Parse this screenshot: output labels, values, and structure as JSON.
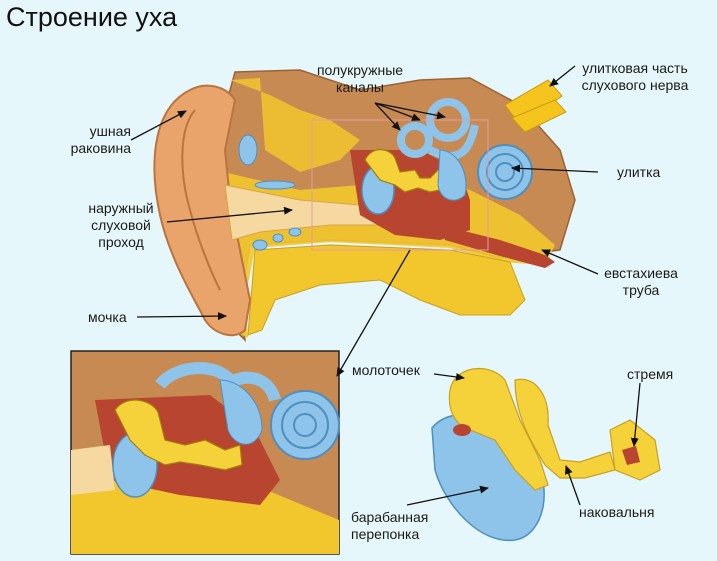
{
  "title": "Строение уха",
  "labels": {
    "auricle": "ушная\nраковина",
    "canals": "полукружные\nканалы",
    "nerve": "улитковая часть\nслухового нерва",
    "cochlea": "улитка",
    "meatus": "наружный\nслуховой\nпроход",
    "eustachian": "евстахиева\nтруба",
    "lobe": "мочка",
    "malleus": "молоточек",
    "stapes": "стремя",
    "incus": "наковальня",
    "eardrum": "барабанная\nперепонка"
  },
  "colors": {
    "background": "#e6f7fb",
    "skin": "#e8a46a",
    "bone": "#f2c62d",
    "muscle": "#b8452f",
    "inner_ear": "#8fc4ea",
    "ossicle": "#f5d23a",
    "nerve": "#f5c51e",
    "temporal": "#c68a52"
  }
}
